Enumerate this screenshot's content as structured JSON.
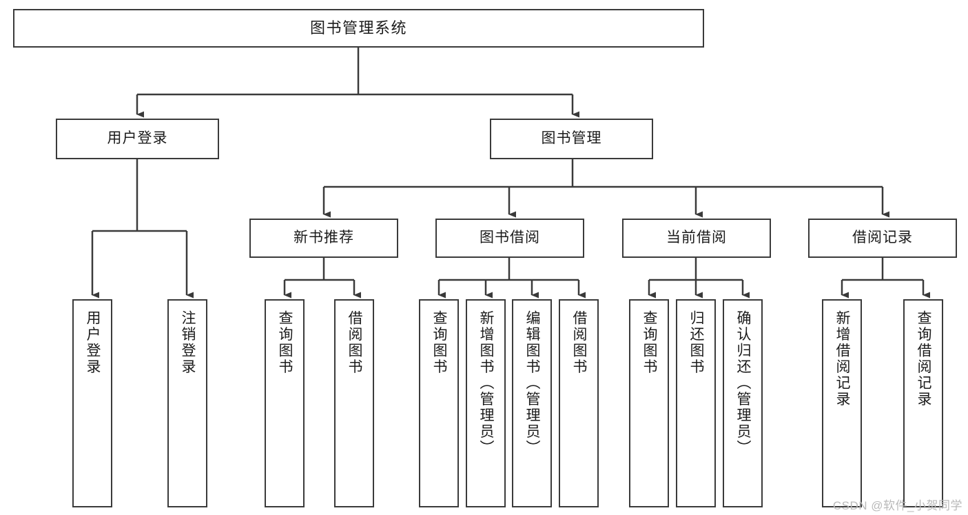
{
  "diagram": {
    "title": "图书管理系统",
    "type": "hierarchy-tree",
    "watermark": "CSDN @软件_小贺同学",
    "colors": {
      "node_border": "#3a3a3a",
      "node_fill": "#ffffff",
      "edge": "#3a3a3a",
      "text": "#1b1b1b",
      "watermark": "#b9b9b9",
      "background": "#ffffff"
    },
    "nodes": {
      "root": {
        "label": "图书管理系统"
      },
      "level2": [
        {
          "id": "user-login",
          "label": "用户登录"
        },
        {
          "id": "book-manage",
          "label": "图书管理"
        }
      ],
      "level3": [
        {
          "id": "new-book-rec",
          "label": "新书推荐"
        },
        {
          "id": "book-borrow",
          "label": "图书借阅"
        },
        {
          "id": "current-borrow",
          "label": "当前借阅"
        },
        {
          "id": "borrow-record",
          "label": "借阅记录"
        }
      ],
      "leaves": {
        "user-login": [
          {
            "id": "leaf-user-login",
            "label": "用户登录"
          },
          {
            "id": "leaf-user-logout",
            "label": "注销登录"
          }
        ],
        "new-book-rec": [
          {
            "id": "leaf-query-book-1",
            "label": "查询图书"
          },
          {
            "id": "leaf-borrow-book-1",
            "label": "借阅图书"
          }
        ],
        "book-borrow": [
          {
            "id": "leaf-query-book-2",
            "label": "查询图书"
          },
          {
            "id": "leaf-add-book",
            "label": "新增图书（管理员）"
          },
          {
            "id": "leaf-edit-book",
            "label": "编辑图书（管理员）"
          },
          {
            "id": "leaf-borrow-book-2",
            "label": "借阅图书"
          }
        ],
        "current-borrow": [
          {
            "id": "leaf-query-book-3",
            "label": "查询图书"
          },
          {
            "id": "leaf-return-book",
            "label": "归还图书"
          },
          {
            "id": "leaf-confirm-return",
            "label": "确认归还（管理员）"
          }
        ],
        "borrow-record": [
          {
            "id": "leaf-add-record",
            "label": "新增借阅记录"
          },
          {
            "id": "leaf-query-record",
            "label": "查询借阅记录"
          }
        ]
      }
    }
  }
}
